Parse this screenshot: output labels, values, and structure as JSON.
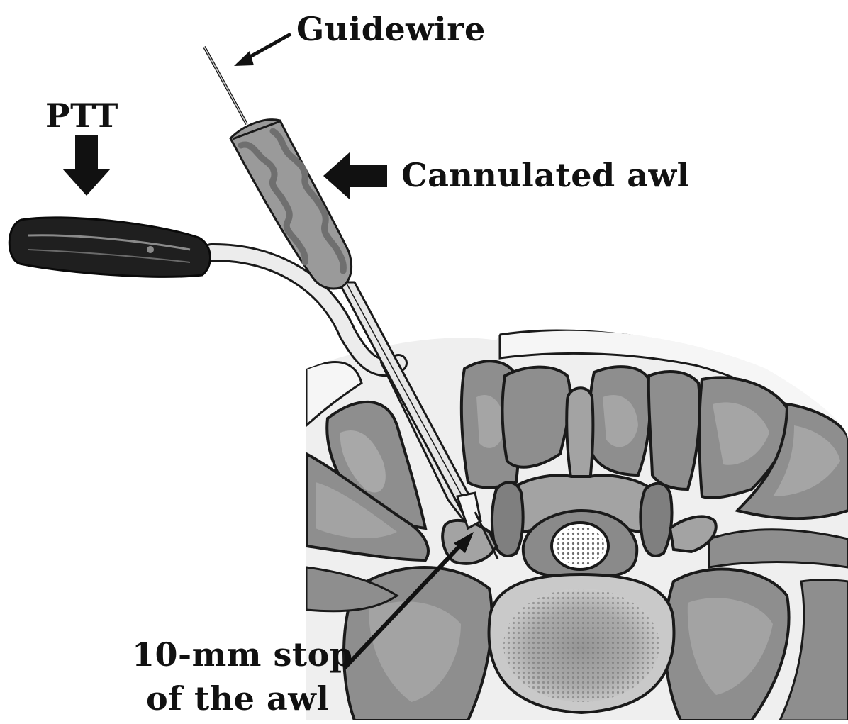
{
  "labels": {
    "guidewire": "Guidewire",
    "ptt": "PTT",
    "cannulated_awl": "Cannulated awl",
    "stop_line1": "10-mm stop",
    "stop_line2": "of the awl"
  },
  "colors": {
    "background": "#ffffff",
    "outline": "#1a1a1a",
    "muscle": "#8e8e8e",
    "muscle_mottle": "#b4b4b4",
    "bone": "#a3a3a3",
    "fascia": "#f4f4f4",
    "vertebral_body": "#c9c9c9",
    "handle_dark": "#1f1f1f",
    "awl_handle": "#9a9a9a",
    "awl_grip": "#6f6f6f",
    "shaft": "#e6e6e6"
  }
}
